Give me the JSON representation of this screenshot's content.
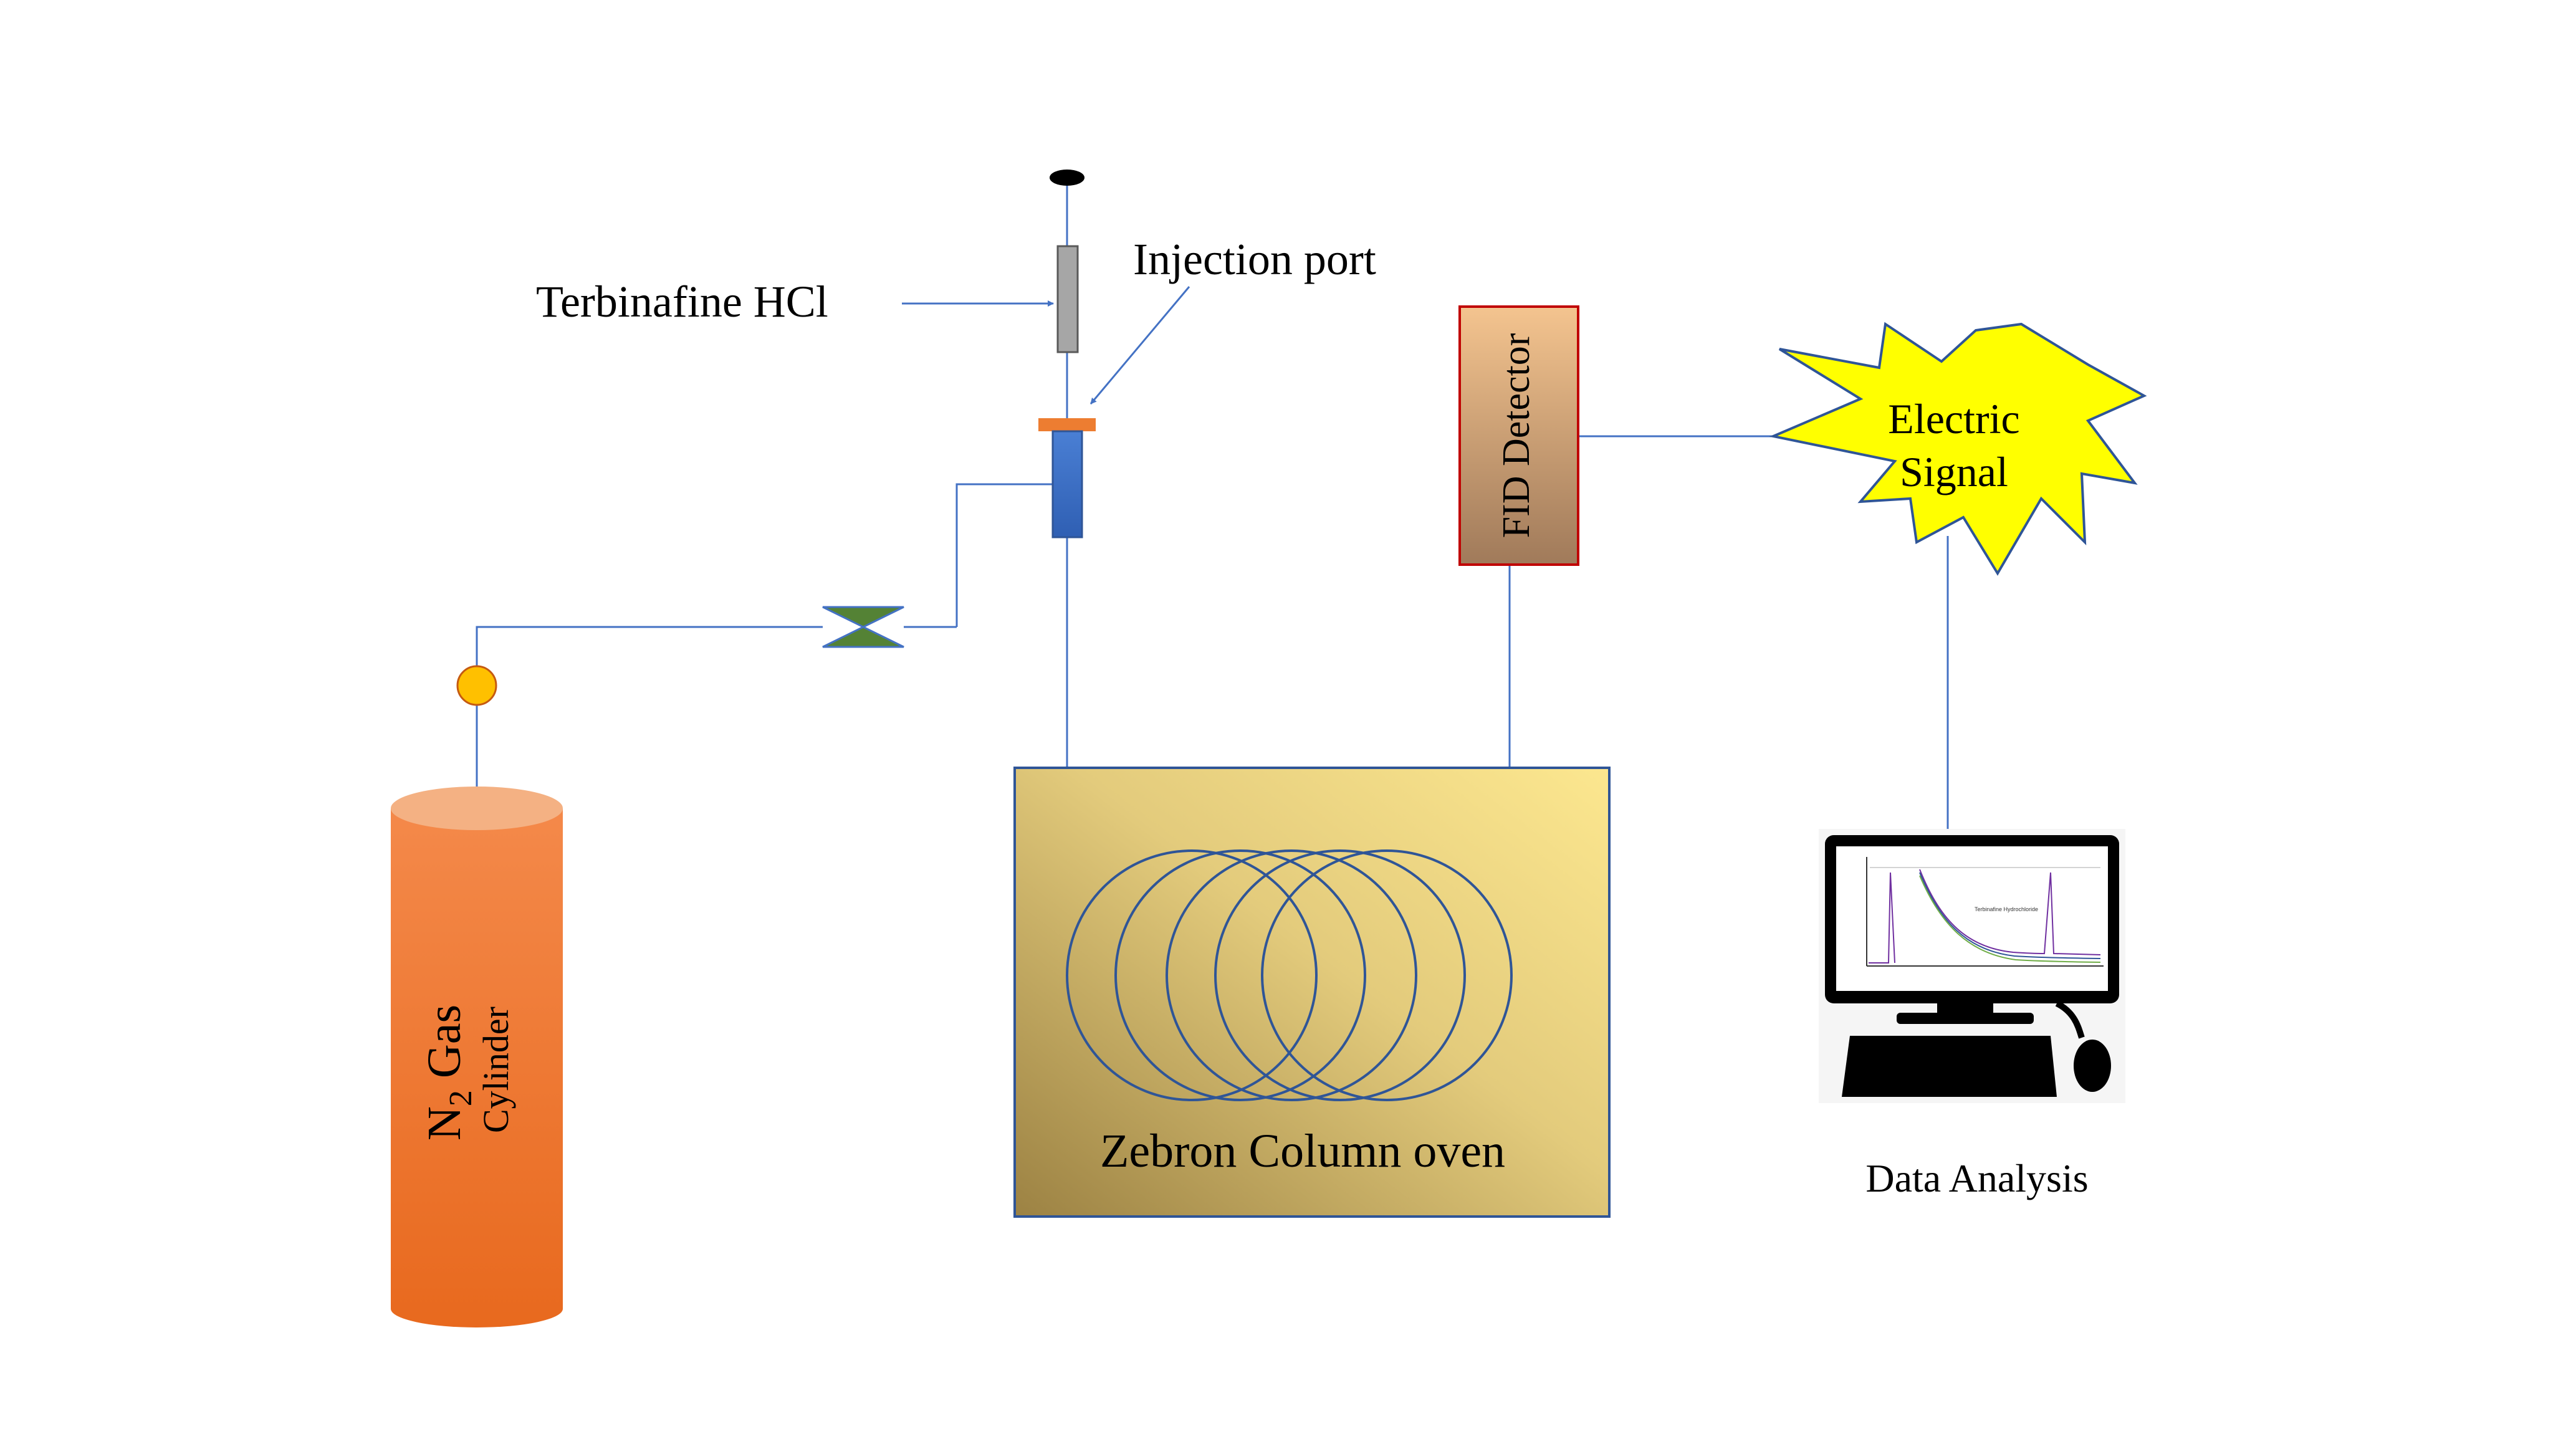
{
  "labels": {
    "sample": "Terbinafine HCl",
    "injection_port": "Injection port",
    "detector": "FID Detector",
    "signal_line1": "Electric",
    "signal_line2": "Signal",
    "oven": "Zebron Column oven",
    "cylinder_gas": "N",
    "cylinder_sub": "2",
    "cylinder_gas_word": " Gas",
    "cylinder_word": "Cylinder",
    "data_analysis": "Data Analysis",
    "chromatogram_annotation": "Terbinafine Hydrochloride"
  },
  "colors": {
    "line": "#4472c4",
    "cylinder_top": "#f4b183",
    "cylinder_body": "#ed7d31",
    "valve": "#548235",
    "regulator": "#ffc000",
    "injector_body": "#4472c4",
    "injector_cap": "#ed7d31",
    "syringe": "#a6a6a6",
    "detector_border": "#c00000",
    "oven_gradient_dark": "#9c8243",
    "oven_gradient_light": "#fce78f",
    "oven_border": "#2f5597",
    "starburst_fill": "#ffff00",
    "monitor": "#000000"
  },
  "icons": [
    "gas-cylinder-icon",
    "regulator-icon",
    "valve-icon",
    "syringe-icon",
    "injector-icon",
    "column-coil-icon",
    "starburst-icon",
    "computer-monitor-icon",
    "keyboard-icon",
    "mouse-icon"
  ]
}
